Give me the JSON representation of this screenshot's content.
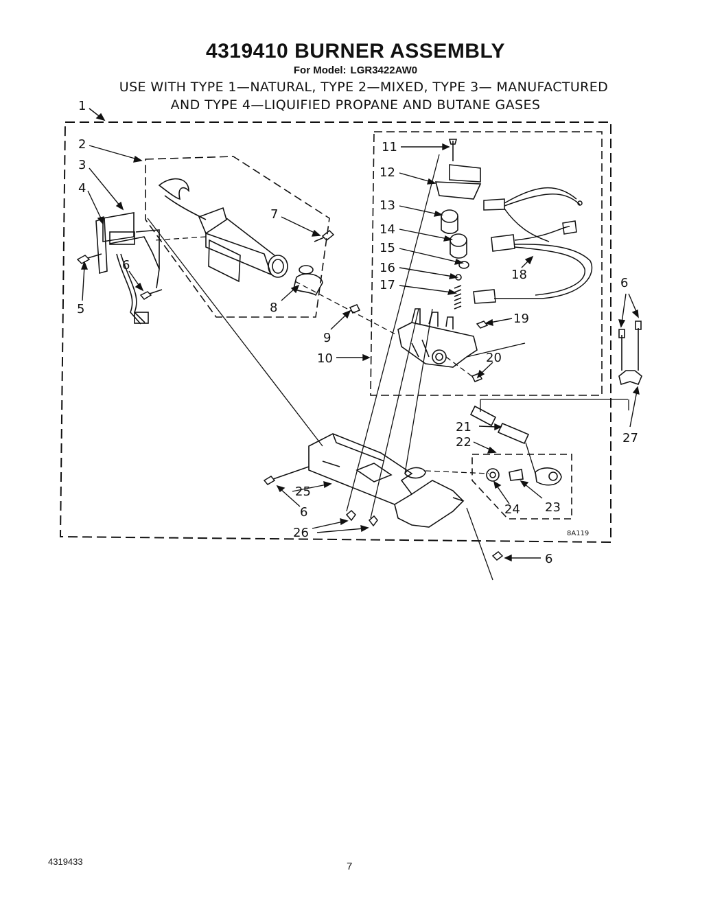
{
  "header": {
    "title": "4319410 BURNER ASSEMBLY",
    "model_label": "For Model:",
    "model_value": "LGR3422AW0",
    "usage_line1": "USE WITH TYPE 1—NATURAL, TYPE 2—MIXED, TYPE 3— MANUFACTURED",
    "usage_line2": "AND TYPE 4—LIQUIFIED PROPANE AND BUTANE GASES"
  },
  "diagram": {
    "drawing_code": "8A119",
    "callouts": {
      "c1": "1",
      "c2": "2",
      "c3": "3",
      "c4": "4",
      "c5": "5",
      "c6a": "6",
      "c6b": "6",
      "c6c": "6",
      "c6d": "6",
      "c7": "7",
      "c8": "8",
      "c9": "9",
      "c10": "10",
      "c11": "11",
      "c12": "12",
      "c13": "13",
      "c14": "14",
      "c15": "15",
      "c16": "16",
      "c17": "17",
      "c18": "18",
      "c19": "19",
      "c20": "20",
      "c21": "21",
      "c22": "22",
      "c23": "23",
      "c24": "24",
      "c25": "25",
      "c26": "26",
      "c27": "27"
    }
  },
  "footer": {
    "doc_number": "4319433",
    "page_number": "7"
  }
}
